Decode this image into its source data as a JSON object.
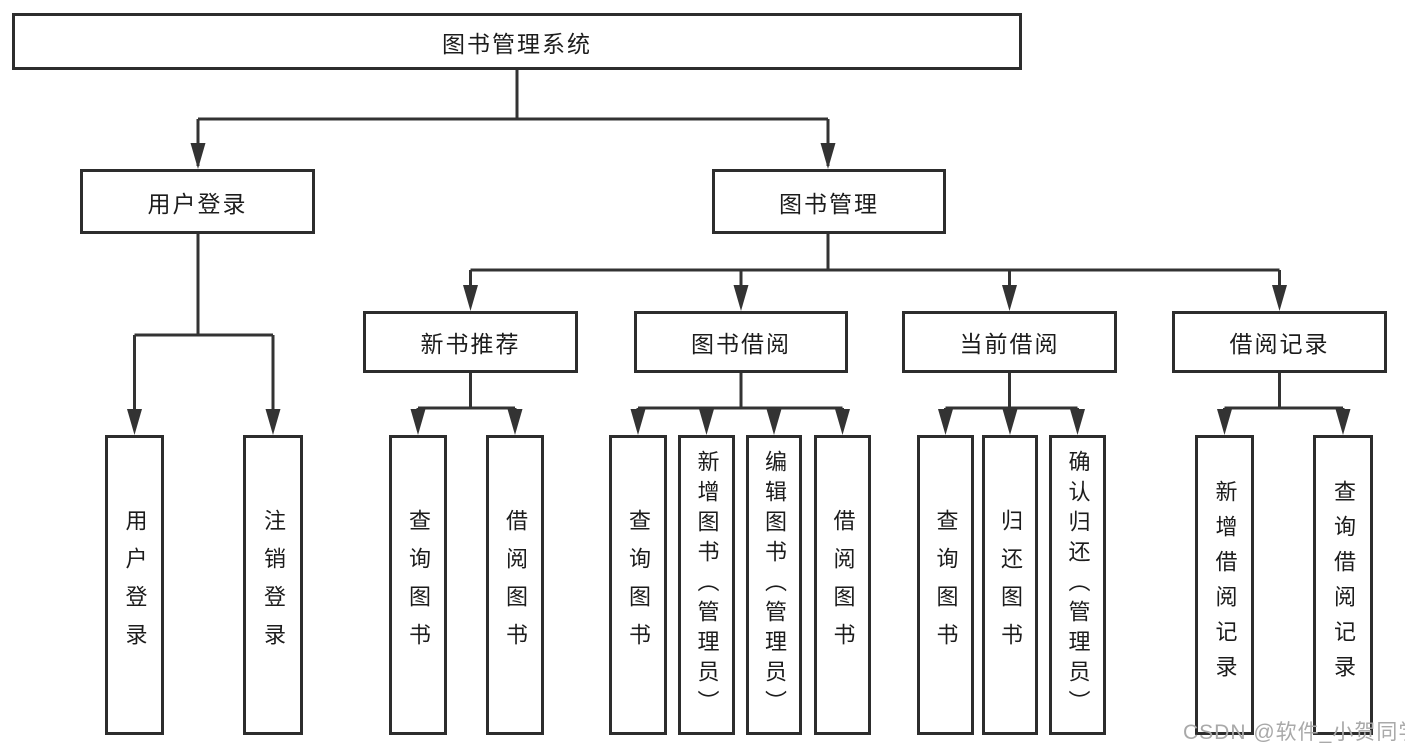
{
  "tree": {
    "root": {
      "label": "图书管理系统"
    },
    "branches": [
      {
        "label": "用户登录",
        "children": [
          {
            "label": "用户登录"
          },
          {
            "label": "注销登录"
          }
        ]
      },
      {
        "label": "图书管理",
        "children": [
          {
            "label": "新书推荐",
            "children": [
              {
                "label": "查询图书"
              },
              {
                "label": "借阅图书"
              }
            ]
          },
          {
            "label": "图书借阅",
            "children": [
              {
                "label": "查询图书"
              },
              {
                "label": "新增图书（管理员）"
              },
              {
                "label": "编辑图书（管理员）"
              },
              {
                "label": "借阅图书"
              }
            ]
          },
          {
            "label": "当前借阅",
            "children": [
              {
                "label": "查询图书"
              },
              {
                "label": "归还图书"
              },
              {
                "label": "确认归还（管理员）"
              }
            ]
          },
          {
            "label": "借阅记录",
            "children": [
              {
                "label": "新增借阅记录"
              },
              {
                "label": "查询借阅记录"
              }
            ]
          }
        ]
      }
    ]
  },
  "watermark": "CSDN @软件_小贺同学",
  "colors": {
    "line": "#333333",
    "box_border": "#2d2d2d",
    "text": "#1c1c1c",
    "watermark": "#a9a9a9",
    "background": "#ffffff"
  }
}
